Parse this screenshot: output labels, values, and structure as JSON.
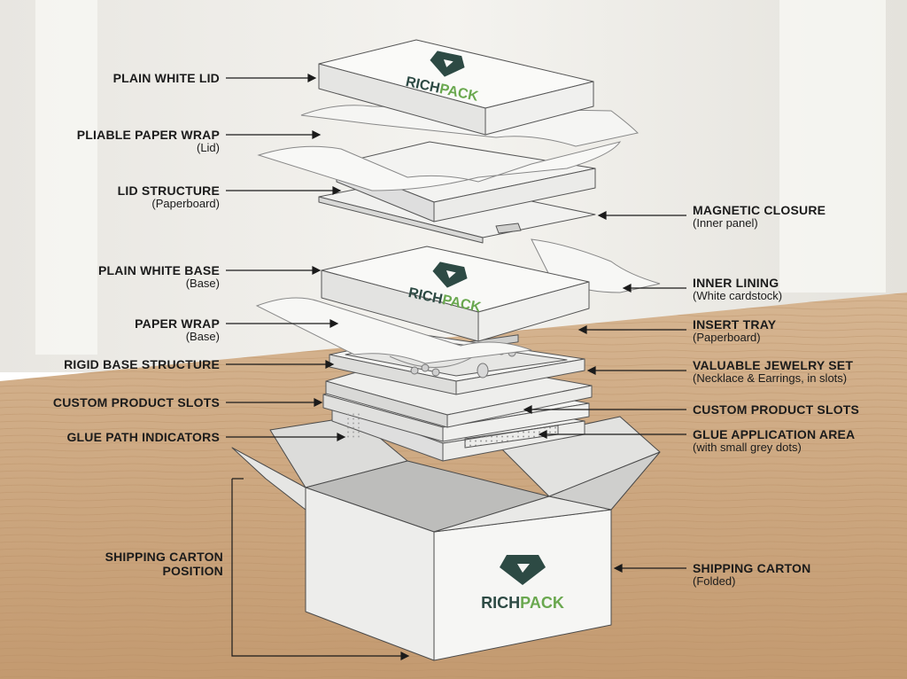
{
  "brand": {
    "part1": "RICH",
    "part2": "PACK",
    "color_dark": "#2d4a44",
    "color_green": "#6aa84f"
  },
  "colors": {
    "line": "#1b1b1b",
    "panel": "#f2f2f0",
    "table": "#c9a179"
  },
  "labels_left": [
    {
      "key": "plain_white_lid",
      "title": "PLAIN WHITE LID",
      "sub": ""
    },
    {
      "key": "pliable_paper_wrap",
      "title": "PLIABLE PAPER WRAP",
      "sub": "(Lid)"
    },
    {
      "key": "lid_structure",
      "title": "LID STRUCTURE",
      "sub": "(Paperboard)"
    },
    {
      "key": "plain_white_base",
      "title": "PLAIN WHITE BASE",
      "sub": "(Base)"
    },
    {
      "key": "paper_wrap",
      "title": "PAPER WRAP",
      "sub": "(Base)"
    },
    {
      "key": "rigid_base_structure",
      "title": "RIGID BASE STRUCTURE",
      "sub": ""
    },
    {
      "key": "custom_product_slots_left",
      "title": "CUSTOM PRODUCT SLOTS",
      "sub": ""
    },
    {
      "key": "glue_path_indicators",
      "title": "GLUE PATH INDICATORS",
      "sub": ""
    },
    {
      "key": "shipping_carton_position",
      "title": "SHIPPING CARTON",
      "sub": "POSITION"
    }
  ],
  "labels_right": [
    {
      "key": "magnetic_closure",
      "title": "MAGNETIC CLOSURE",
      "sub": "(Inner panel)"
    },
    {
      "key": "inner_lining",
      "title": "INNER LINING",
      "sub": "(White cardstock)"
    },
    {
      "key": "insert_tray",
      "title": "INSERT TRAY",
      "sub": "(Paperboard)"
    },
    {
      "key": "valuable_jewelry_set",
      "title": "VALUABLE JEWELRY SET",
      "sub": "(Necklace & Earrings, in slots)"
    },
    {
      "key": "custom_product_slots_right",
      "title": "CUSTOM PRODUCT SLOTS",
      "sub": ""
    },
    {
      "key": "glue_application_area",
      "title": "GLUE APPLICATION AREA",
      "sub": "(with small grey dots)"
    },
    {
      "key": "shipping_carton",
      "title": "SHIPPING CARTON",
      "sub": "(Folded)"
    }
  ]
}
